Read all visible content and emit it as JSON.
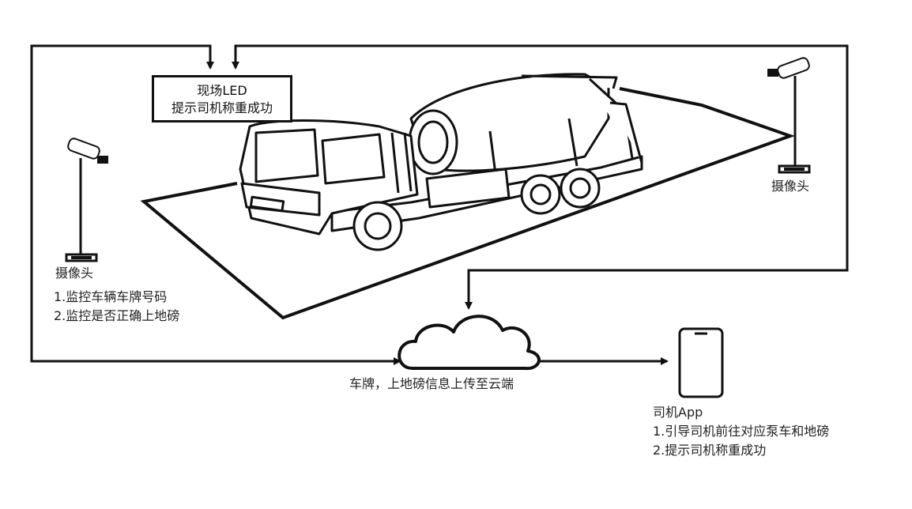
{
  "led_box": {
    "line1": "现场LED",
    "line2": "提示司机称重成功"
  },
  "camera_left": {
    "label": "摄像头",
    "notes": [
      "1.监控车辆车牌号码",
      "2.监控是否正确上地磅"
    ]
  },
  "camera_right": {
    "label": "摄像头"
  },
  "cloud": {
    "label": "车牌，上地磅信息上传至云端"
  },
  "app": {
    "title": "司机App",
    "notes": [
      "1.引导司机前往对应泵车和地磅",
      "2.提示司机称重成功"
    ]
  },
  "colors": {
    "line": "#111111",
    "background": "#ffffff"
  },
  "icons": [
    "camera-icon",
    "cloud-icon",
    "phone-icon",
    "mixer-truck-icon"
  ]
}
